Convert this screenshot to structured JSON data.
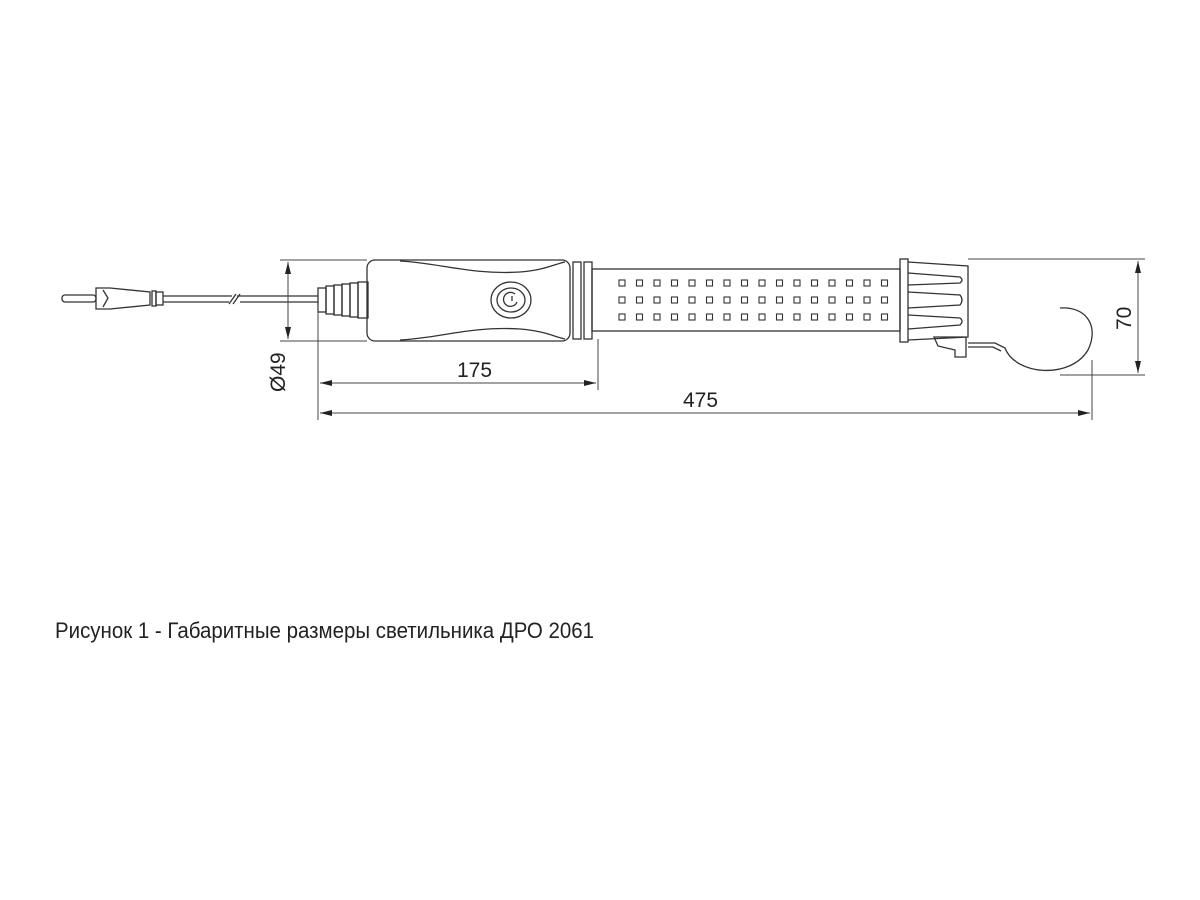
{
  "drawing": {
    "dimensions": {
      "diameter": "Ø49",
      "handle_length": "175",
      "total_length": "475",
      "head_height": "70"
    },
    "led_grid": {
      "rows": 3,
      "columns": 16
    }
  },
  "caption": "Рисунок 1 - Габаритные размеры светильника ДРО 2061",
  "colors": {
    "line": "#333333",
    "background": "#ffffff"
  }
}
